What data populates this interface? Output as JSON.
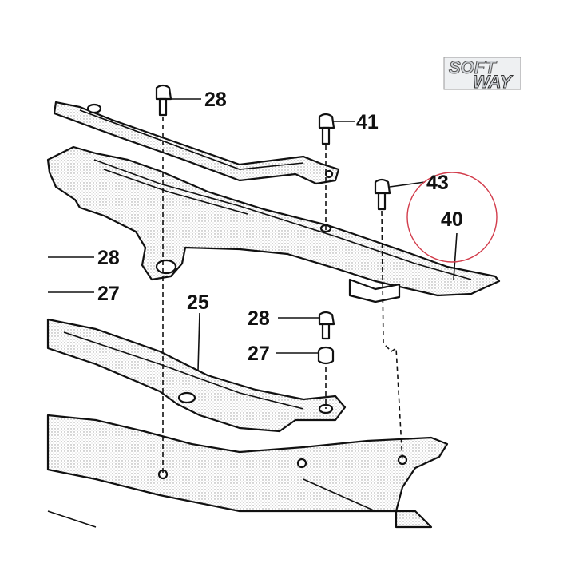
{
  "logo": {
    "line1": "SOFT",
    "line2": "WAY"
  },
  "callouts": [
    {
      "id": "28a",
      "text": "28"
    },
    {
      "id": "41",
      "text": "41"
    },
    {
      "id": "43",
      "text": "43"
    },
    {
      "id": "40",
      "text": "40"
    },
    {
      "id": "28b",
      "text": "28"
    },
    {
      "id": "27a",
      "text": "27"
    },
    {
      "id": "25",
      "text": "25"
    },
    {
      "id": "28c",
      "text": "28"
    },
    {
      "id": "27b",
      "text": "27"
    }
  ],
  "colors": {
    "ink": "#111111",
    "highlight": "#d23c4b",
    "logo_fill": "#cfd3d8"
  }
}
